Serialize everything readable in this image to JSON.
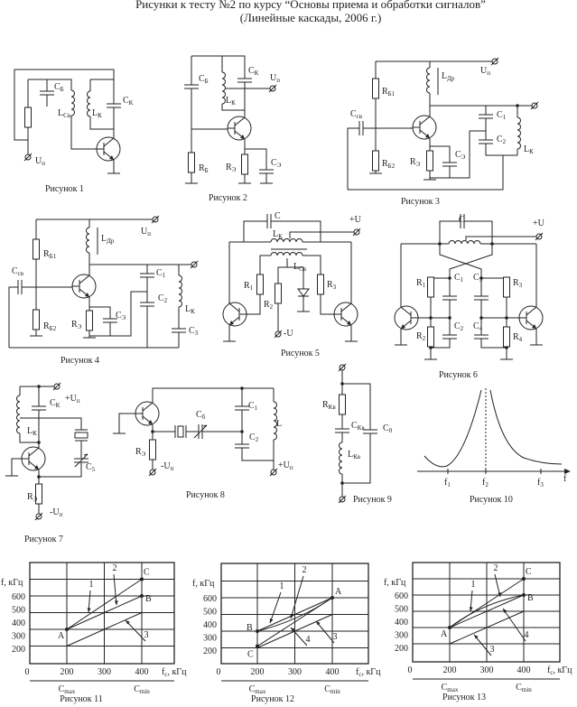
{
  "header": {
    "title_line1": "Рисунки к тесту №2 по курсу “Основы приема и обработки сигналов”",
    "title_line2": "(Линейные каскады, 2006 г.)"
  },
  "figures": [
    {
      "caption": "Рисунок 1",
      "labels": [
        {
          "t": "C",
          "s": "Б"
        },
        {
          "t": "L",
          "s": "Св"
        },
        {
          "t": "L",
          "s": "К"
        },
        {
          "t": "C",
          "s": "К"
        },
        {
          "t": "U",
          "s": "п"
        }
      ]
    },
    {
      "caption": "Рисунок 2",
      "labels": [
        {
          "t": "C",
          "s": "Б"
        },
        {
          "t": "C",
          "s": "К"
        },
        {
          "t": "U",
          "s": "п"
        },
        {
          "t": "L",
          "s": "К"
        },
        {
          "t": "R",
          "s": "Б"
        },
        {
          "t": "R",
          "s": "Э"
        },
        {
          "t": "C",
          "s": "Э"
        }
      ]
    },
    {
      "caption": "Рисунок 3",
      "labels": [
        {
          "t": "R",
          "s": "Б1"
        },
        {
          "t": "R",
          "s": "Б2"
        },
        {
          "t": "C",
          "s": "св"
        },
        {
          "t": "L",
          "s": "Др"
        },
        {
          "t": "U",
          "s": "п"
        },
        {
          "t": "C",
          "s": "1"
        },
        {
          "t": "C",
          "s": "2"
        },
        {
          "t": "C",
          "s": "Э"
        },
        {
          "t": "R",
          "s": "Э"
        },
        {
          "t": "L",
          "s": "К"
        }
      ]
    },
    {
      "caption": "Рисунок 4",
      "labels": [
        {
          "t": "U",
          "s": "п"
        },
        {
          "t": "L",
          "s": "Др"
        },
        {
          "t": "R",
          "s": "Б1"
        },
        {
          "t": "R",
          "s": "Б2"
        },
        {
          "t": "C",
          "s": "св"
        },
        {
          "t": "C",
          "s": "1"
        },
        {
          "t": "C",
          "s": "2"
        },
        {
          "t": "C",
          "s": "Э"
        },
        {
          "t": "R",
          "s": "Э"
        },
        {
          "t": "L",
          "s": "К"
        },
        {
          "t": "C",
          "s": "3"
        }
      ]
    },
    {
      "caption": "Рисунок 5",
      "labels": [
        {
          "t": "C"
        },
        {
          "t": "+U"
        },
        {
          "t": "L",
          "s": "К"
        },
        {
          "t": "L",
          "s": "Св"
        },
        {
          "t": "R",
          "s": "1"
        },
        {
          "t": "R",
          "s": "2"
        },
        {
          "t": "R",
          "s": "3"
        },
        {
          "t": "-U"
        }
      ]
    },
    {
      "caption": "Рисунок 6",
      "labels": [
        {
          "t": "C"
        },
        {
          "t": "+U"
        },
        {
          "t": "R",
          "s": "1"
        },
        {
          "t": "C",
          "s": "1"
        },
        {
          "t": "C",
          "s": "3"
        },
        {
          "t": "R",
          "s": "3"
        },
        {
          "t": "R",
          "s": "2"
        },
        {
          "t": "C",
          "s": "2"
        },
        {
          "t": "C",
          "s": "4"
        },
        {
          "t": "R",
          "s": "4"
        }
      ]
    },
    {
      "caption": "Рисунок 7",
      "labels": [
        {
          "t": "C",
          "s": "К"
        },
        {
          "t": "+U",
          "s": "п"
        },
        {
          "t": "L",
          "s": "К"
        },
        {
          "t": "C",
          "s": "5"
        },
        {
          "t": "R",
          "s": "Э"
        },
        {
          "t": "-U",
          "s": "п"
        }
      ]
    },
    {
      "caption": "Рисунок 8",
      "labels": [
        {
          "t": "C",
          "s": "б"
        },
        {
          "t": "C",
          "s": "1"
        },
        {
          "t": "C",
          "s": "2"
        },
        {
          "t": "L"
        },
        {
          "t": "R",
          "s": "Э"
        },
        {
          "t": "-U",
          "s": "п"
        },
        {
          "t": "+U",
          "s": "п"
        }
      ]
    },
    {
      "caption": "Рисунок 9",
      "labels": [
        {
          "t": "R",
          "s": "Кв"
        },
        {
          "t": "C",
          "s": "Кв"
        },
        {
          "t": "L",
          "s": "Кв"
        },
        {
          "t": "C",
          "s": "0"
        }
      ]
    },
    {
      "caption": "Рисунок 10",
      "labels": [
        {
          "t": "f",
          "s": "1"
        },
        {
          "t": "f",
          "s": "2"
        },
        {
          "t": "f",
          "s": "3"
        },
        {
          "t": "f"
        }
      ]
    }
  ],
  "chart_data": [
    {
      "type": "line",
      "title": "Рисунок 11",
      "ylabel": "f, кГц",
      "xlabel": {
        "t": "f",
        "s": "c",
        "u": ", кГц"
      },
      "x_ticks": [
        "0",
        "200",
        "300",
        "400"
      ],
      "y_ticks": [
        "600",
        "500",
        "400",
        "300",
        "200"
      ],
      "x_gridlines": [
        200,
        300,
        400
      ],
      "y_gridlines": [
        300,
        400,
        500,
        600,
        700
      ],
      "grid": true,
      "scale_labels": [
        {
          "t": "C",
          "s": "max"
        },
        {
          "t": "C",
          "s": "min"
        }
      ],
      "series": [
        {
          "name": "1",
          "points": [
            [
              200,
              400
            ],
            [
              400,
              700
            ]
          ]
        },
        {
          "name": "2",
          "points": [
            [
              200,
              400
            ],
            [
              400,
              600
            ]
          ]
        },
        {
          "name": "3",
          "points": [
            [
              200,
              300
            ],
            [
              400,
              500
            ]
          ]
        }
      ],
      "point_labels": [
        {
          "label": "A",
          "x": 200,
          "y": 400
        },
        {
          "label": "B",
          "x": 400,
          "y": 600
        },
        {
          "label": "C",
          "x": 400,
          "y": 700
        }
      ]
    },
    {
      "type": "line",
      "title": "Рисунок 12",
      "ylabel": "f, кГц",
      "xlabel": {
        "t": "f",
        "s": "c",
        "u": ", кГц"
      },
      "x_ticks": [
        "0",
        "200",
        "300",
        "400"
      ],
      "y_ticks": [
        "600",
        "500",
        "400",
        "300",
        "200"
      ],
      "x_gridlines": [
        200,
        300,
        400
      ],
      "y_gridlines": [
        300,
        400,
        500,
        600,
        700
      ],
      "grid": true,
      "scale_labels": [
        {
          "t": "C",
          "s": "max"
        },
        {
          "t": "C",
          "s": "min"
        }
      ],
      "series": [
        {
          "name": "1",
          "points": [
            [
              200,
              400
            ],
            [
              400,
              600
            ]
          ]
        },
        {
          "name": "2",
          "points": [
            [
              200,
              400
            ],
            [
              400,
              600
            ]
          ],
          "curve": "down"
        },
        {
          "name": "3",
          "points": [
            [
              200,
              300
            ],
            [
              400,
              500
            ]
          ]
        },
        {
          "name": "4",
          "points": [
            [
              200,
              310
            ],
            [
              400,
              600
            ]
          ]
        }
      ],
      "point_labels": [
        {
          "label": "A",
          "x": 400,
          "y": 600
        },
        {
          "label": "B",
          "x": 200,
          "y": 400
        },
        {
          "label": "C",
          "x": 200,
          "y": 310
        }
      ]
    },
    {
      "type": "line",
      "title": "Рисунок 13",
      "ylabel": "f, кГц",
      "xlabel": {
        "t": "f",
        "s": "c",
        "u": ", кГц"
      },
      "x_ticks": [
        "0",
        "200",
        "300",
        "400"
      ],
      "y_ticks": [
        "600",
        "500",
        "400",
        "300",
        "200"
      ],
      "x_gridlines": [
        200,
        300,
        400
      ],
      "y_gridlines": [
        300,
        400,
        500,
        600,
        700
      ],
      "grid": true,
      "scale_labels": [
        {
          "t": "C",
          "s": "max"
        },
        {
          "t": "C",
          "s": "min"
        }
      ],
      "series": [
        {
          "name": "1",
          "points": [
            [
              200,
              400
            ],
            [
              400,
              700
            ]
          ]
        },
        {
          "name": "2",
          "points": [
            [
              200,
              400
            ],
            [
              400,
              600
            ]
          ],
          "curve": "up"
        },
        {
          "name": "3",
          "points": [
            [
              200,
              300
            ],
            [
              400,
              500
            ]
          ]
        },
        {
          "name": "4",
          "points": [
            [
              200,
              400
            ],
            [
              400,
              600
            ]
          ]
        }
      ],
      "point_labels": [
        {
          "label": "A",
          "x": 200,
          "y": 400
        },
        {
          "label": "B",
          "x": 400,
          "y": 600
        },
        {
          "label": "C",
          "x": 400,
          "y": 700
        }
      ]
    }
  ]
}
